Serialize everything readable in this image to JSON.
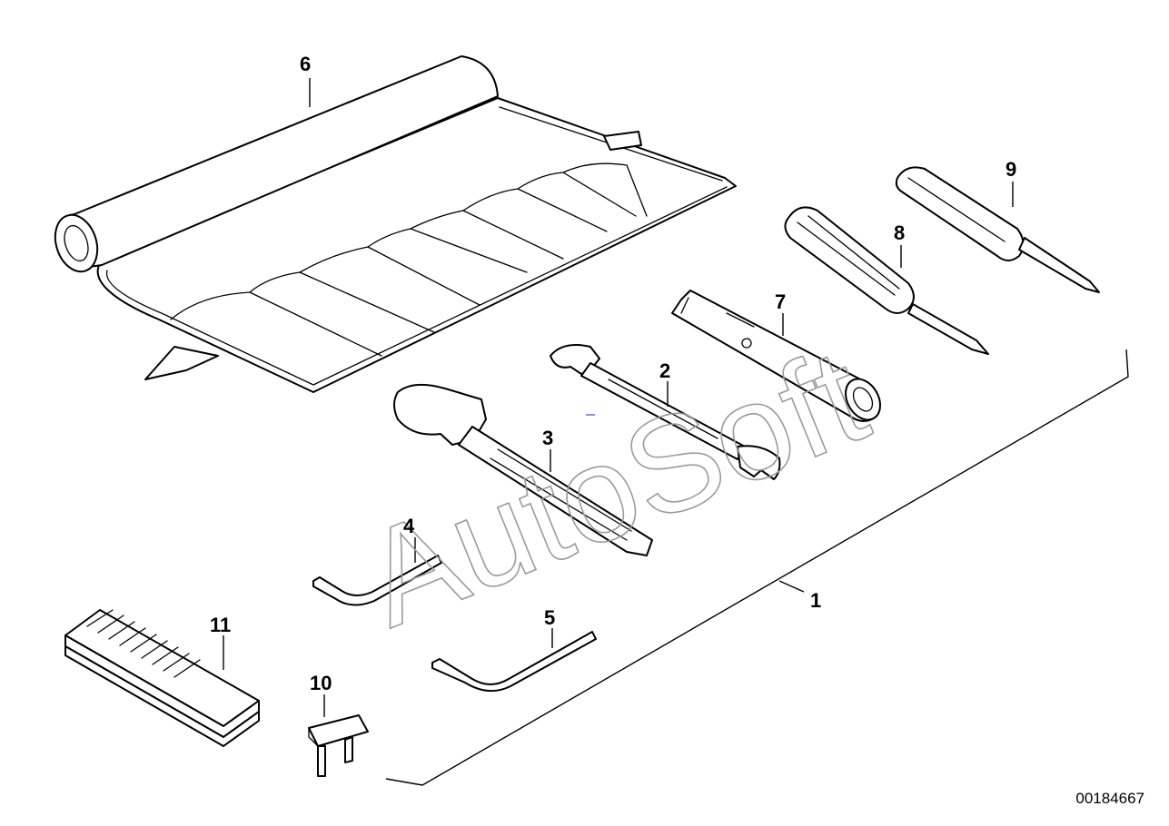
{
  "diagram": {
    "callouts": [
      {
        "id": "1",
        "label": "1"
      },
      {
        "id": "2",
        "label": "2"
      },
      {
        "id": "3",
        "label": "3"
      },
      {
        "id": "4",
        "label": "4"
      },
      {
        "id": "5",
        "label": "5"
      },
      {
        "id": "6",
        "label": "6"
      },
      {
        "id": "7",
        "label": "7"
      },
      {
        "id": "8",
        "label": "8"
      },
      {
        "id": "9",
        "label": "9"
      },
      {
        "id": "10",
        "label": "10"
      },
      {
        "id": "11",
        "label": "11"
      }
    ],
    "watermark": "AutoSoft",
    "document_number": "00184667"
  },
  "colors": {
    "line": "#000000",
    "watermark": "#9a9a9a",
    "background": "#ffffff"
  }
}
